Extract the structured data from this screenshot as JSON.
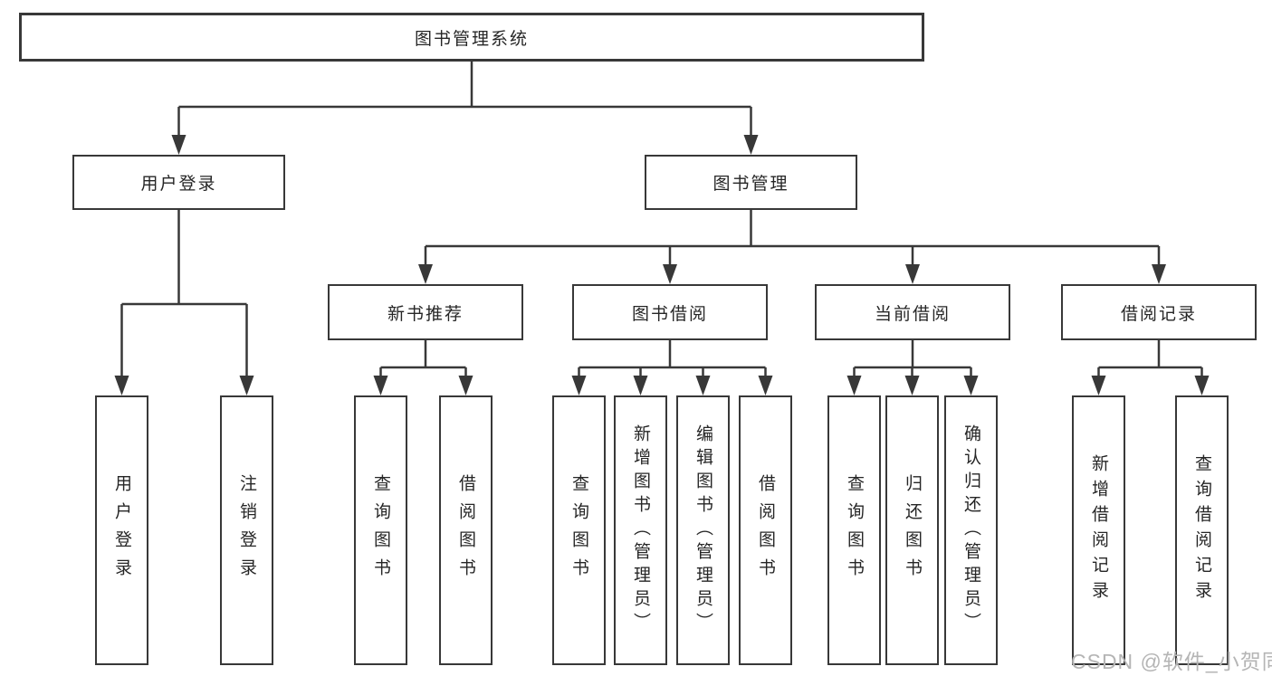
{
  "diagram": {
    "title": "图书管理系统",
    "root": {
      "label": "图书管理系统"
    },
    "level2": [
      {
        "label": "用户登录"
      },
      {
        "label": "图书管理"
      }
    ],
    "level3": [
      {
        "label": "新书推荐",
        "parent": "图书管理"
      },
      {
        "label": "图书借阅",
        "parent": "图书管理"
      },
      {
        "label": "当前借阅",
        "parent": "图书管理"
      },
      {
        "label": "借阅记录",
        "parent": "图书管理"
      }
    ],
    "leaves": [
      {
        "label": "用户登录",
        "parent": "用户登录"
      },
      {
        "label": "注销登录",
        "parent": "用户登录"
      },
      {
        "label": "查询图书",
        "parent": "新书推荐"
      },
      {
        "label": "借阅图书",
        "parent": "新书推荐"
      },
      {
        "label": "查询图书",
        "parent": "图书借阅"
      },
      {
        "label": "新增图书（管理员）",
        "parent": "图书借阅"
      },
      {
        "label": "编辑图书（管理员）",
        "parent": "图书借阅"
      },
      {
        "label": "借阅图书",
        "parent": "图书借阅"
      },
      {
        "label": "查询图书",
        "parent": "当前借阅"
      },
      {
        "label": "归还图书",
        "parent": "当前借阅"
      },
      {
        "label": "确认归还（管理员）",
        "parent": "当前借阅"
      },
      {
        "label": "新增借阅记录",
        "parent": "借阅记录"
      },
      {
        "label": "查询借阅记录",
        "parent": "借阅记录"
      }
    ]
  },
  "watermark": {
    "text": "CSDN @软件_小贺同学"
  },
  "colors": {
    "line": "#383838",
    "box_border": "#383838",
    "text": "#262626",
    "background": "#ffffff",
    "watermark": "#b5b5b5"
  }
}
